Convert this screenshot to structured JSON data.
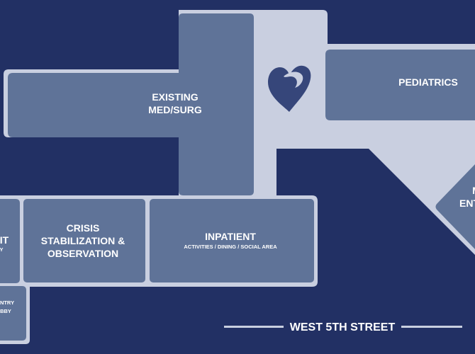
{
  "colors": {
    "background": "#223064",
    "corridor": "#c9cfe0",
    "room": "#5f7398",
    "text": "#ffffff",
    "logo": "#36467a"
  },
  "icons": {
    "logo": "heart-logo-icon"
  },
  "rooms": {
    "existing_med_surg": {
      "line1": "EXISTING",
      "line2": "MED/SURG"
    },
    "pediatrics": {
      "label": "PEDIATRICS"
    },
    "main_entrance": {
      "line1": "M",
      "line2": "ENT"
    },
    "crisis": {
      "line1": "CRISIS",
      "line2": "STABILIZATION &",
      "line3": "OBSERVATION"
    },
    "inpatient": {
      "label": "INPATIENT",
      "sublabel": "ACTIVITIES / DINING / SOCIAL AREA"
    },
    "left_partial": {
      "line1": "IT",
      "line2": "Y"
    },
    "entry_lobby_partial": {
      "line1": "NTRY",
      "line2": "BBY"
    }
  },
  "street": {
    "label": "WEST 5TH STREET"
  }
}
